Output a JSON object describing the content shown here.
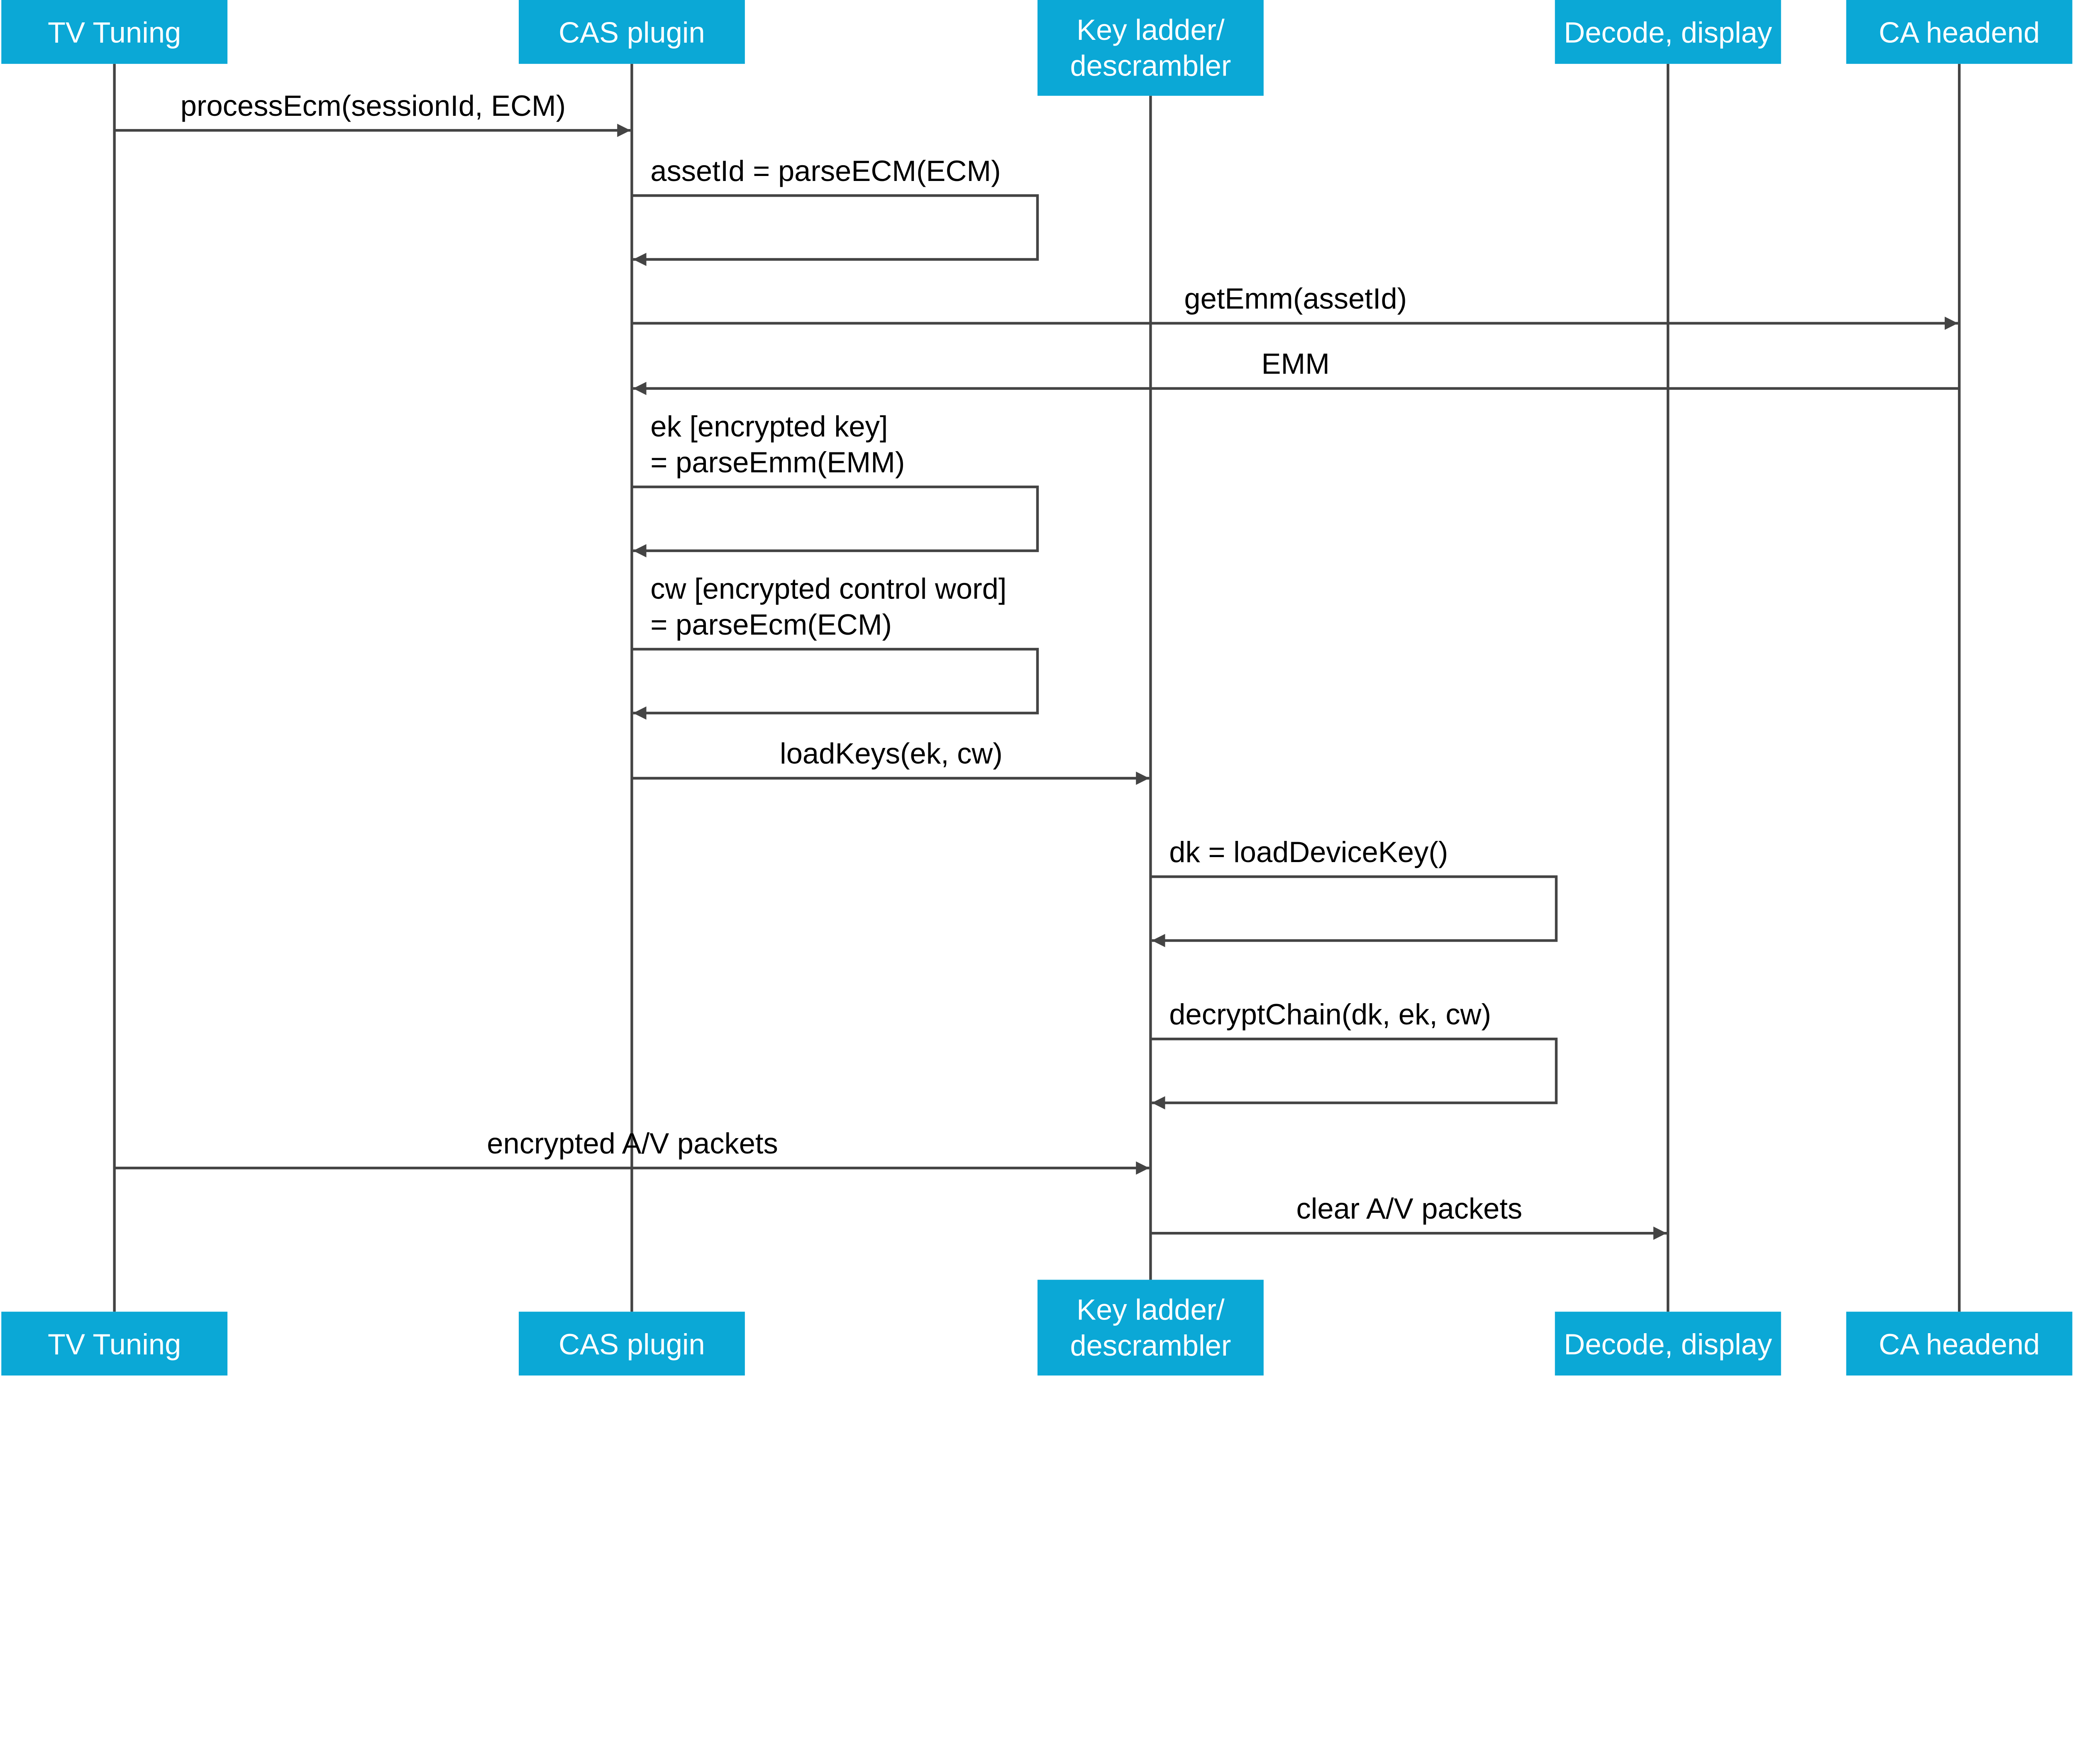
{
  "colors": {
    "participant_fill": "#0BA8D6",
    "line": "#444444",
    "text": "#000000"
  },
  "participants": [
    {
      "id": "tv",
      "label": [
        "TV Tuning"
      ]
    },
    {
      "id": "cas",
      "label": [
        "CAS plugin"
      ]
    },
    {
      "id": "kl",
      "label": [
        "Key ladder/",
        "descrambler"
      ]
    },
    {
      "id": "dec",
      "label": [
        "Decode, display"
      ]
    },
    {
      "id": "ca",
      "label": [
        "CA headend"
      ]
    }
  ],
  "messages": [
    {
      "from": "tv",
      "to": "cas",
      "label": [
        "processEcm(sessionId, ECM)"
      ]
    },
    {
      "from": "cas",
      "to": "cas",
      "label": [
        "assetId = parseECM(ECM)"
      ]
    },
    {
      "from": "cas",
      "to": "ca",
      "label": [
        "getEmm(assetId)"
      ]
    },
    {
      "from": "ca",
      "to": "cas",
      "label": [
        "EMM"
      ]
    },
    {
      "from": "cas",
      "to": "cas",
      "label": [
        "ek [encrypted key]",
        "= parseEmm(EMM)"
      ]
    },
    {
      "from": "cas",
      "to": "cas",
      "label": [
        "cw [encrypted control word]",
        "= parseEcm(ECM)"
      ]
    },
    {
      "from": "cas",
      "to": "kl",
      "label": [
        "loadKeys(ek, cw)"
      ]
    },
    {
      "from": "kl",
      "to": "kl",
      "label": [
        "dk = loadDeviceKey()"
      ]
    },
    {
      "from": "kl",
      "to": "kl",
      "label": [
        "decryptChain(dk, ek, cw)"
      ]
    },
    {
      "from": "tv",
      "to": "kl",
      "label": [
        "encrypted A/V packets"
      ]
    },
    {
      "from": "kl",
      "to": "dec",
      "label": [
        "clear A/V packets"
      ]
    }
  ]
}
